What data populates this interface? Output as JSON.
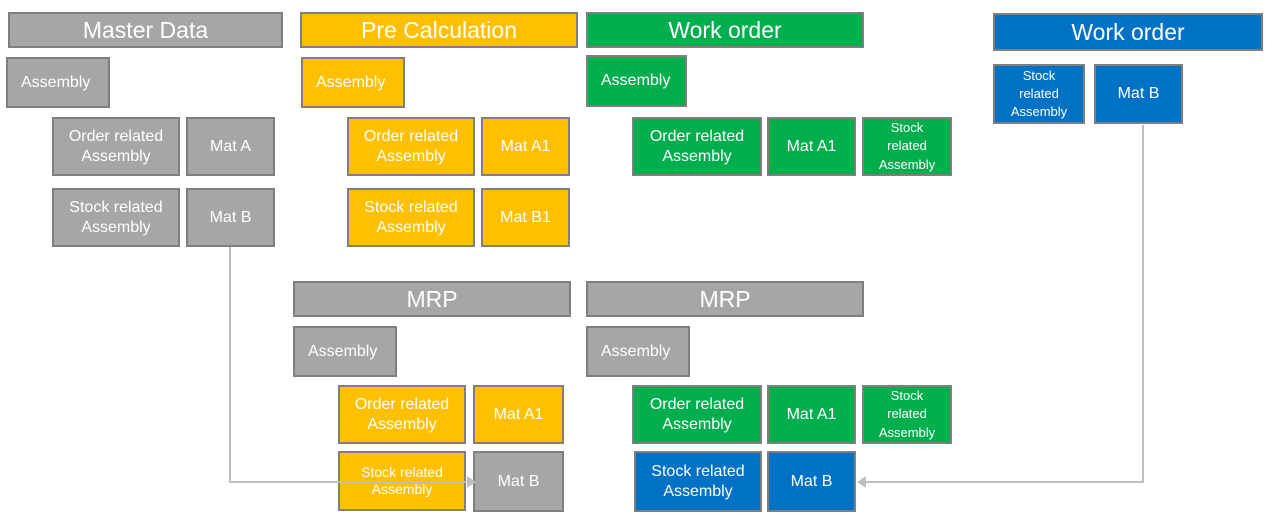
{
  "diagram": {
    "sections": {
      "master_data": {
        "title": "Master Data",
        "boxes": {
          "assembly": "Assembly",
          "order_related": "Order related Assembly",
          "mat_a": "Mat A",
          "stock_related": "Stock related Assembly",
          "mat_b": "Mat B"
        }
      },
      "pre_calculation": {
        "title": "Pre Calculation",
        "boxes": {
          "assembly": "Assembly",
          "order_related": "Order related Assembly",
          "mat_a1": "Mat A1",
          "stock_related": "Stock related Assembly",
          "mat_b1": "Mat B1"
        }
      },
      "work_order_green": {
        "title": "Work order",
        "boxes": {
          "assembly": "Assembly",
          "order_related": "Order related Assembly",
          "mat_a1": "Mat A1",
          "stock_related": "Stock related Assembly"
        }
      },
      "work_order_blue": {
        "title": "Work order",
        "boxes": {
          "stock_related": "Stock related Assembly",
          "mat_b": "Mat B"
        }
      },
      "mrp_left": {
        "title": "MRP",
        "boxes": {
          "assembly": "Assembly",
          "order_related": "Order related Assembly",
          "mat_a1": "Mat A1",
          "stock_related": "Stock related Assembly",
          "mat_b": "Mat B"
        }
      },
      "mrp_right": {
        "title": "MRP",
        "boxes": {
          "assembly": "Assembly",
          "order_related": "Order related Assembly",
          "mat_a1": "Mat A1",
          "stock_related_green": "Stock related Assembly",
          "stock_related_blue": "Stock related Assembly",
          "mat_b": "Mat B"
        }
      }
    },
    "connectors": [
      {
        "from": "master_data.mat_b",
        "to": "mrp_left.mat_b",
        "direction": "right"
      },
      {
        "from": "work_order_blue.mat_b",
        "to": "mrp_right.mat_b",
        "direction": "left"
      }
    ],
    "colors": {
      "gray": "#A6A6A6",
      "gray_border": "#7F7F7F",
      "yellow": "#FFC000",
      "green": "#00AE4E",
      "blue": "#0072C6",
      "connector_line": "#BFBFBF",
      "text": "#FFFFFF",
      "background": "#FFFFFF"
    }
  }
}
